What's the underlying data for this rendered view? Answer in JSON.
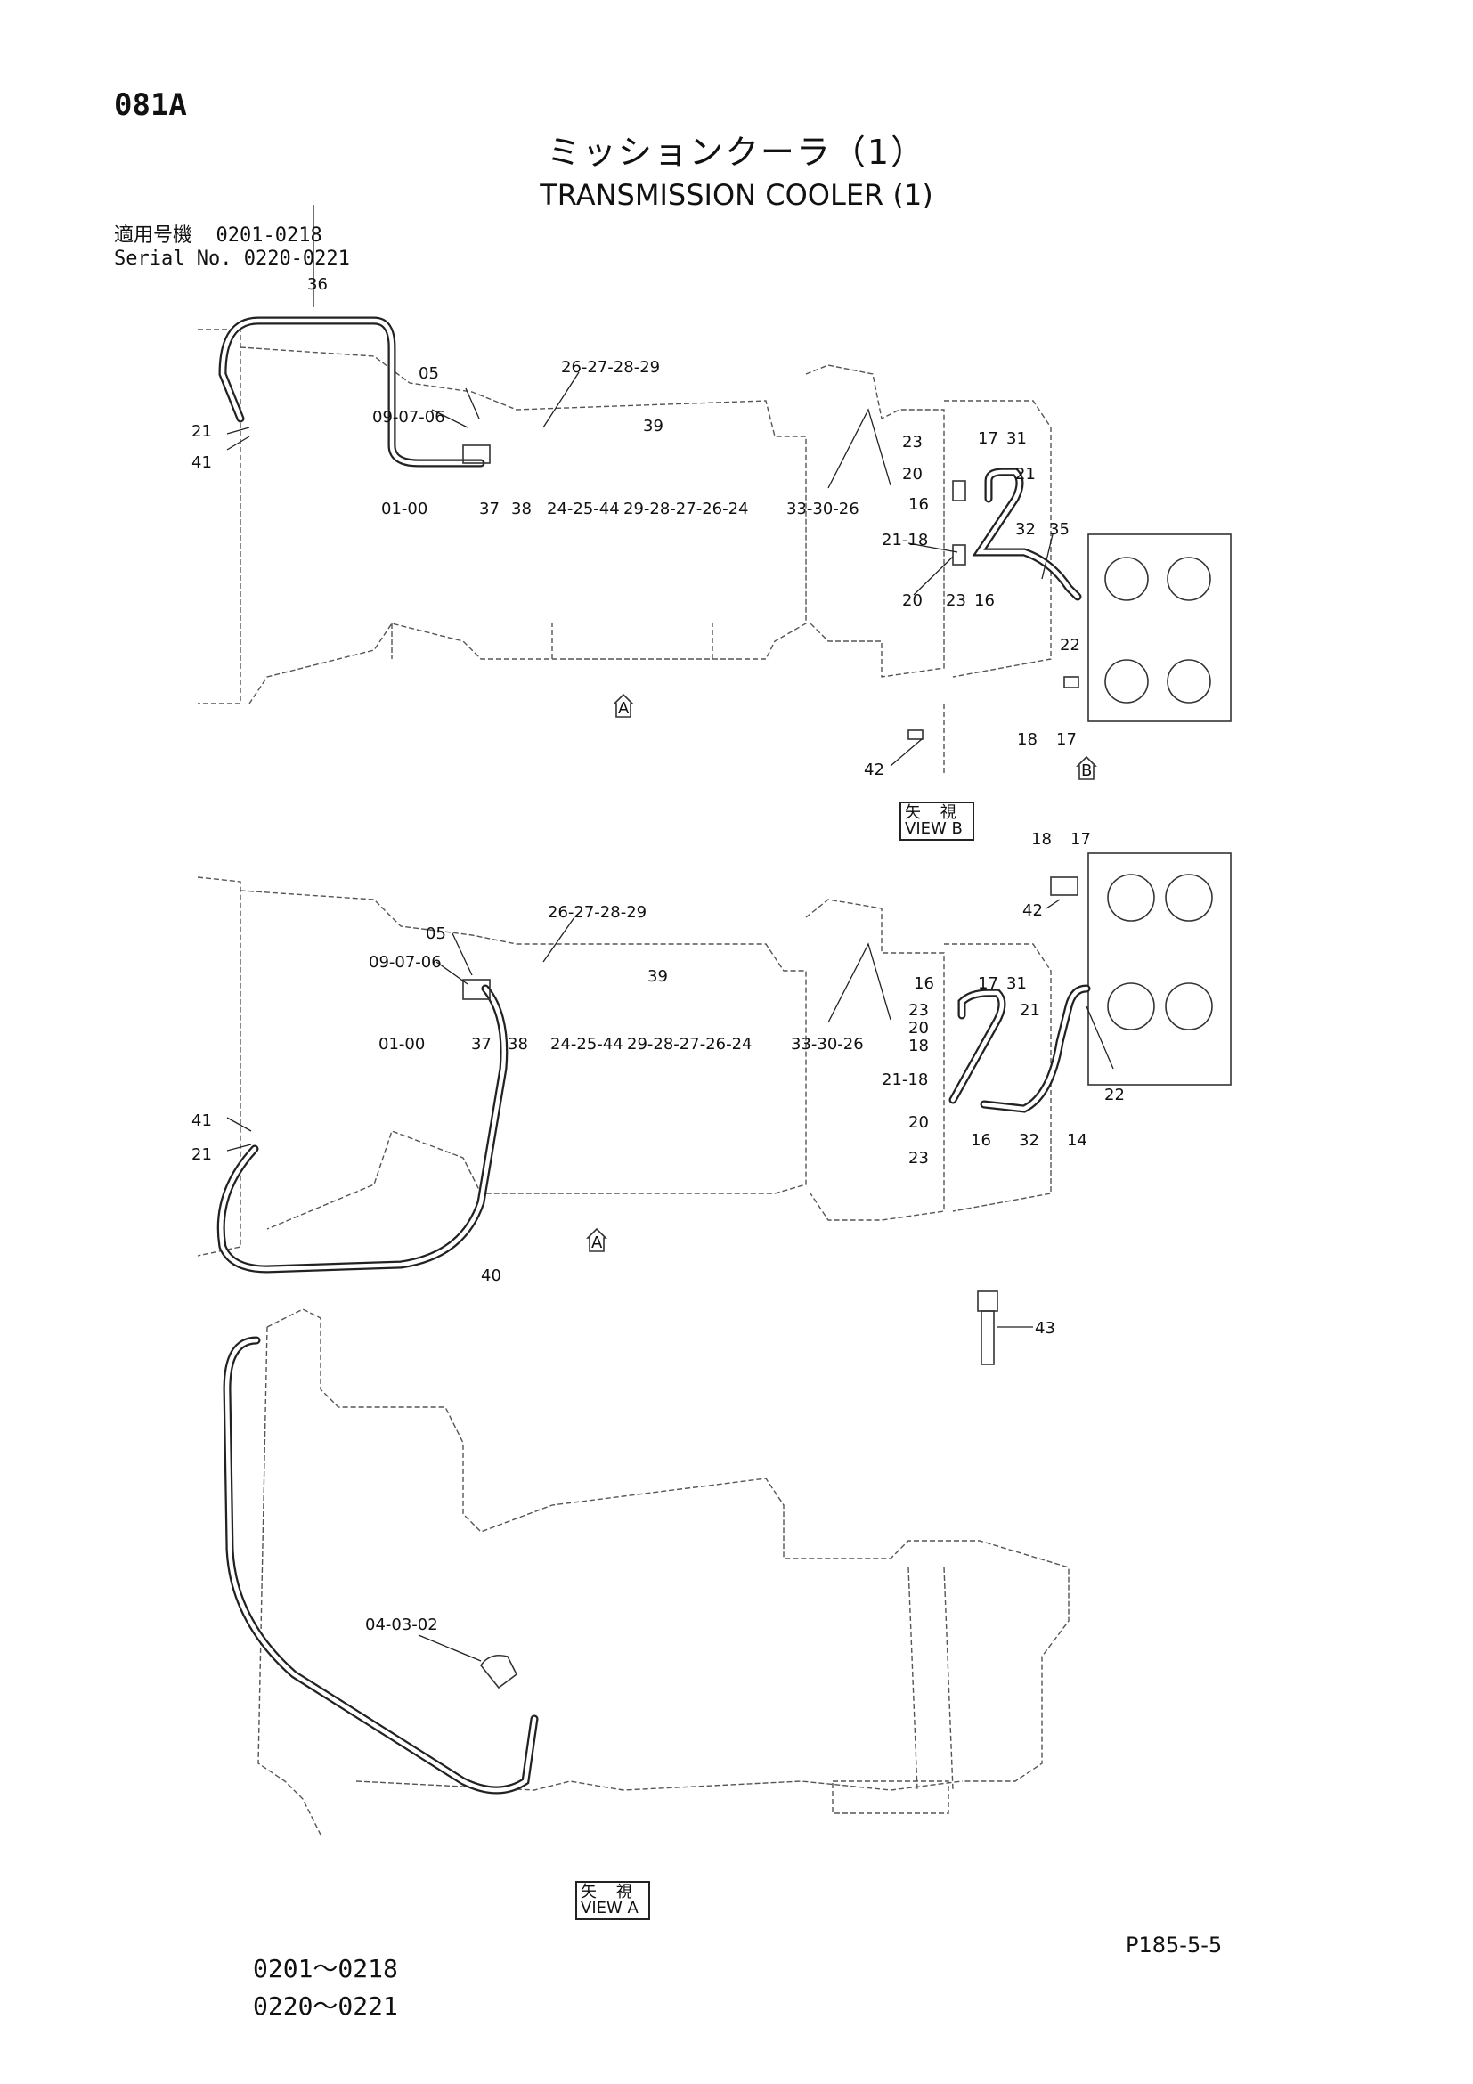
{
  "page_code": "081A",
  "title_jp": "ミッションクーラ（1）",
  "title_en": "TRANSMISSION COOLER (1)",
  "serial": {
    "label_jp": "適用号機",
    "label_en": "Serial No.",
    "range1": "0201-0218",
    "range2": "0220-0221"
  },
  "views": {
    "view_a_jp": "矢 視",
    "view_a_en": "VIEW  A",
    "view_b_jp": "矢 視",
    "view_b_en": "VIEW  B",
    "arrow_a": "A",
    "arrow_b": "B"
  },
  "labels_top": [
    "36",
    "05",
    "09-07-06",
    "21",
    "41",
    "01-00",
    "37",
    "38",
    "26-27-28-29",
    "39",
    "24-25-44",
    "29-28-27-26-24",
    "33-30-26",
    "23",
    "17",
    "31",
    "20",
    "21",
    "16",
    "32",
    "35",
    "21-18",
    "20",
    "23",
    "16",
    "22",
    "18",
    "17",
    "42"
  ],
  "labels_mid": [
    "18",
    "17",
    "42",
    "26-27-28-29",
    "05",
    "09-07-06",
    "39",
    "16",
    "17",
    "31",
    "23",
    "21",
    "20",
    "18",
    "01-00",
    "37",
    "38",
    "24-25-44",
    "29-28-27-26-24",
    "33-30-26",
    "21-18",
    "22",
    "41",
    "20",
    "21",
    "23",
    "16",
    "32",
    "14",
    "40"
  ],
  "labels_bot": [
    "43",
    "04-03-02"
  ],
  "footer": {
    "range_a": "0201～0218",
    "range_b": "0220～0221",
    "page_ref": "P185-5-5"
  }
}
